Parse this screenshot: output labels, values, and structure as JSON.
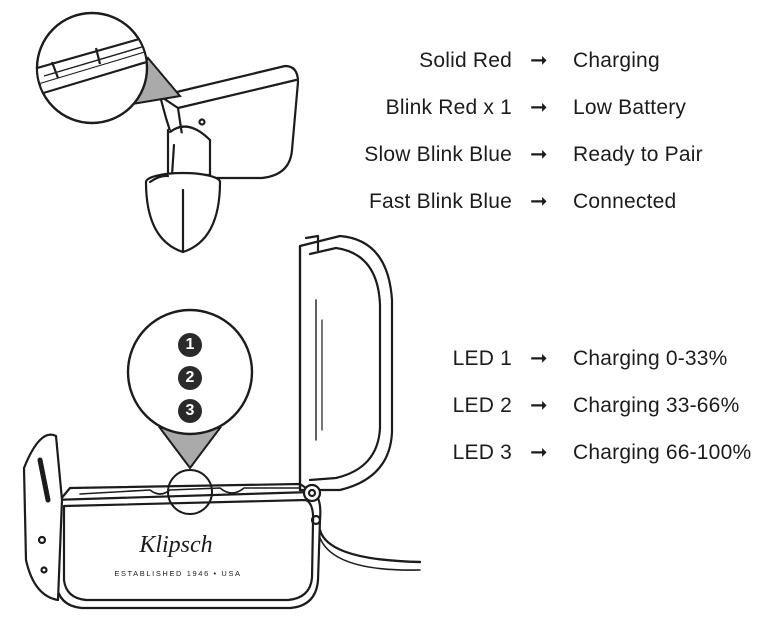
{
  "status_legend": [
    {
      "signal": "Solid Red",
      "meaning": "Charging"
    },
    {
      "signal": "Blink Red x 1",
      "meaning": "Low Battery"
    },
    {
      "signal": "Slow Blink Blue",
      "meaning": "Ready to Pair"
    },
    {
      "signal": "Fast Blink Blue",
      "meaning": "Connected"
    }
  ],
  "led_legend": [
    {
      "led": "LED 1",
      "meaning": "Charging 0-33%"
    },
    {
      "led": "LED 2",
      "meaning": "Charging 33-66%"
    },
    {
      "led": "LED 3",
      "meaning": "Charging 66-100%"
    }
  ],
  "led_badges": [
    "1",
    "2",
    "3"
  ],
  "arrow_glyph": "➞",
  "brand": {
    "logo_text": "Klipsch",
    "tagline": "ESTABLISHED 1946 • USA"
  },
  "colors": {
    "line": "#1c1c1c",
    "badge": "#2a2a2a",
    "callout_fill": "#aaaaaa"
  }
}
